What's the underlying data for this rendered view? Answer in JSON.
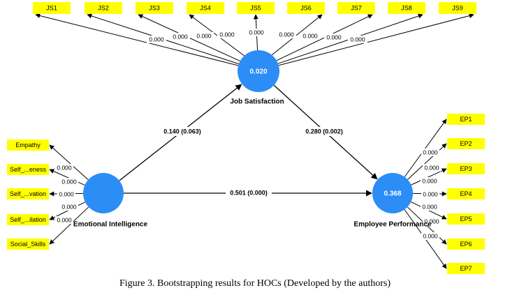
{
  "colors": {
    "indicator_fill": "#ffff00",
    "construct_fill": "#2b8df5",
    "line": "#000000"
  },
  "constructs": {
    "job_satisfaction": {
      "label": "Job Satisfaction",
      "r2": "0.020"
    },
    "emotional_intelligence": {
      "label": "Emotional Intelligence"
    },
    "employee_performance": {
      "label": "Employee Performance",
      "r2": "0.368"
    }
  },
  "paths": {
    "ei_to_js": "0.140 (0.063)",
    "js_to_ep": "0.280 (0.002)",
    "ei_to_ep": "0.501 (0.000)"
  },
  "js_indicators": [
    {
      "label": "JS1",
      "weight": "0.000"
    },
    {
      "label": "JS2",
      "weight": "0.000"
    },
    {
      "label": "JS3",
      "weight": "0.000"
    },
    {
      "label": "JS4",
      "weight": "0.000"
    },
    {
      "label": "JS5",
      "weight": "0.000"
    },
    {
      "label": "JS6",
      "weight": "0.000"
    },
    {
      "label": "JS7",
      "weight": "0.000"
    },
    {
      "label": "JS8",
      "weight": "0.000"
    },
    {
      "label": "JS9",
      "weight": "0.000"
    }
  ],
  "ei_indicators": [
    {
      "label": "Empathy",
      "weight": "0.000"
    },
    {
      "label": "Self_...eness",
      "weight": "0.000"
    },
    {
      "label": "Self_...vation",
      "weight": "0.000"
    },
    {
      "label": "Self_...ilation",
      "weight": "0.000"
    },
    {
      "label": "Social_Skills",
      "weight": "0.000"
    }
  ],
  "ep_indicators": [
    {
      "label": "EP1",
      "weight": "0.000"
    },
    {
      "label": "EP2",
      "weight": "0.000"
    },
    {
      "label": "EP3",
      "weight": "0.000"
    },
    {
      "label": "EP4",
      "weight": "0.000"
    },
    {
      "label": "EP5",
      "weight": "0.000"
    },
    {
      "label": "EP6",
      "weight": "0.000"
    },
    {
      "label": "EP7",
      "weight": "0.000"
    }
  ],
  "caption": "Figure 3. Bootstrapping results for HOCs (Developed by the authors)"
}
